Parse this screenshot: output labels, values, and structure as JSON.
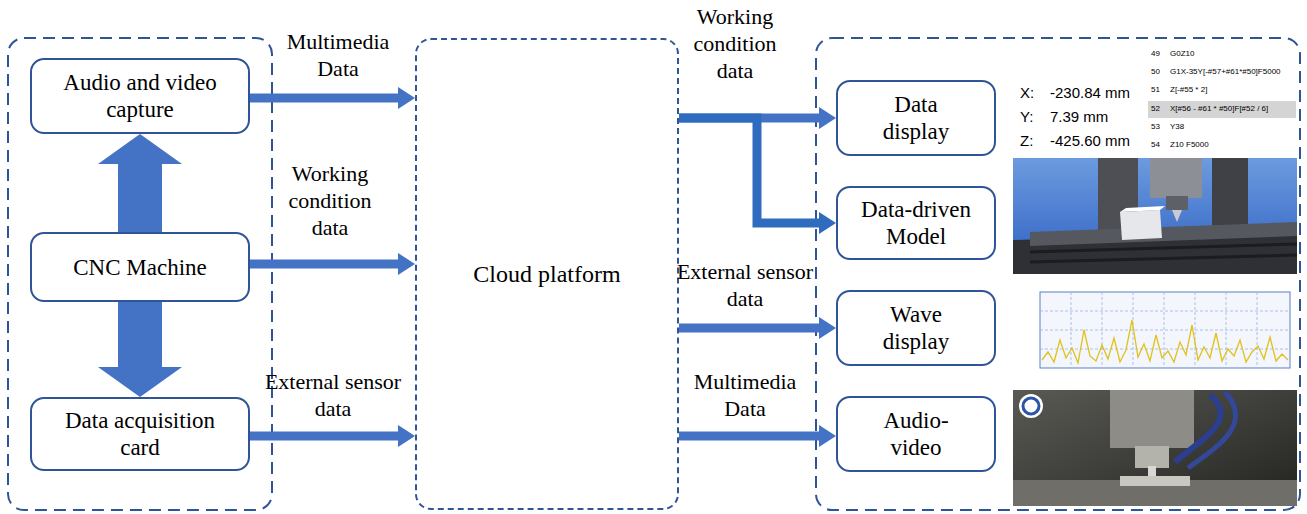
{
  "diagram": {
    "nodes": [
      {
        "text": [
          "Audio and video capture"
        ]
      },
      {
        "text": [
          "CNC Machine"
        ]
      },
      {
        "text": [
          "Data acquisition card"
        ]
      },
      {
        "text": [
          "Cloud platform"
        ]
      },
      {
        "text": [
          "Data display"
        ]
      },
      {
        "text": [
          "Data-driven Model"
        ]
      },
      {
        "text": [
          "Wave display"
        ]
      },
      {
        "text": [
          "Audio-video"
        ]
      }
    ],
    "edges": [
      {
        "from": 1,
        "to": 0,
        "arrow": "to"
      },
      {
        "from": 1,
        "to": 2,
        "arrow": "to"
      },
      {
        "from": 0,
        "to": 3,
        "label": "Multimedia Data",
        "arrow": "to"
      },
      {
        "from": 1,
        "to": 3,
        "label": "Working condition data",
        "arrow": "to"
      },
      {
        "from": 2,
        "to": 3,
        "label": "External sensor data",
        "arrow": "to"
      },
      {
        "from": 3,
        "to": 4,
        "label": "Working condition data",
        "arrow": "to"
      },
      {
        "from": 3,
        "to": 5,
        "arrow": "to"
      },
      {
        "from": 3,
        "to": 6,
        "label": "External sensor data",
        "arrow": "to"
      },
      {
        "from": 3,
        "to": 7,
        "label": "Multimedia Data",
        "arrow": "to"
      }
    ],
    "labels": [
      "X:",
      "-230.84 mm",
      "Y:",
      "7.39 mm",
      "Z:",
      "-425.60 mm",
      "49",
      "G0Z10",
      "50",
      "G1X-35Y[-#57+#61*#50]F5000",
      "51",
      "Z[-#55 * 2]",
      "52",
      "X[#56 - #61 * #50]F[#52 / 6]",
      "53",
      "Y38",
      "54",
      "Z10 F5000"
    ]
  }
}
